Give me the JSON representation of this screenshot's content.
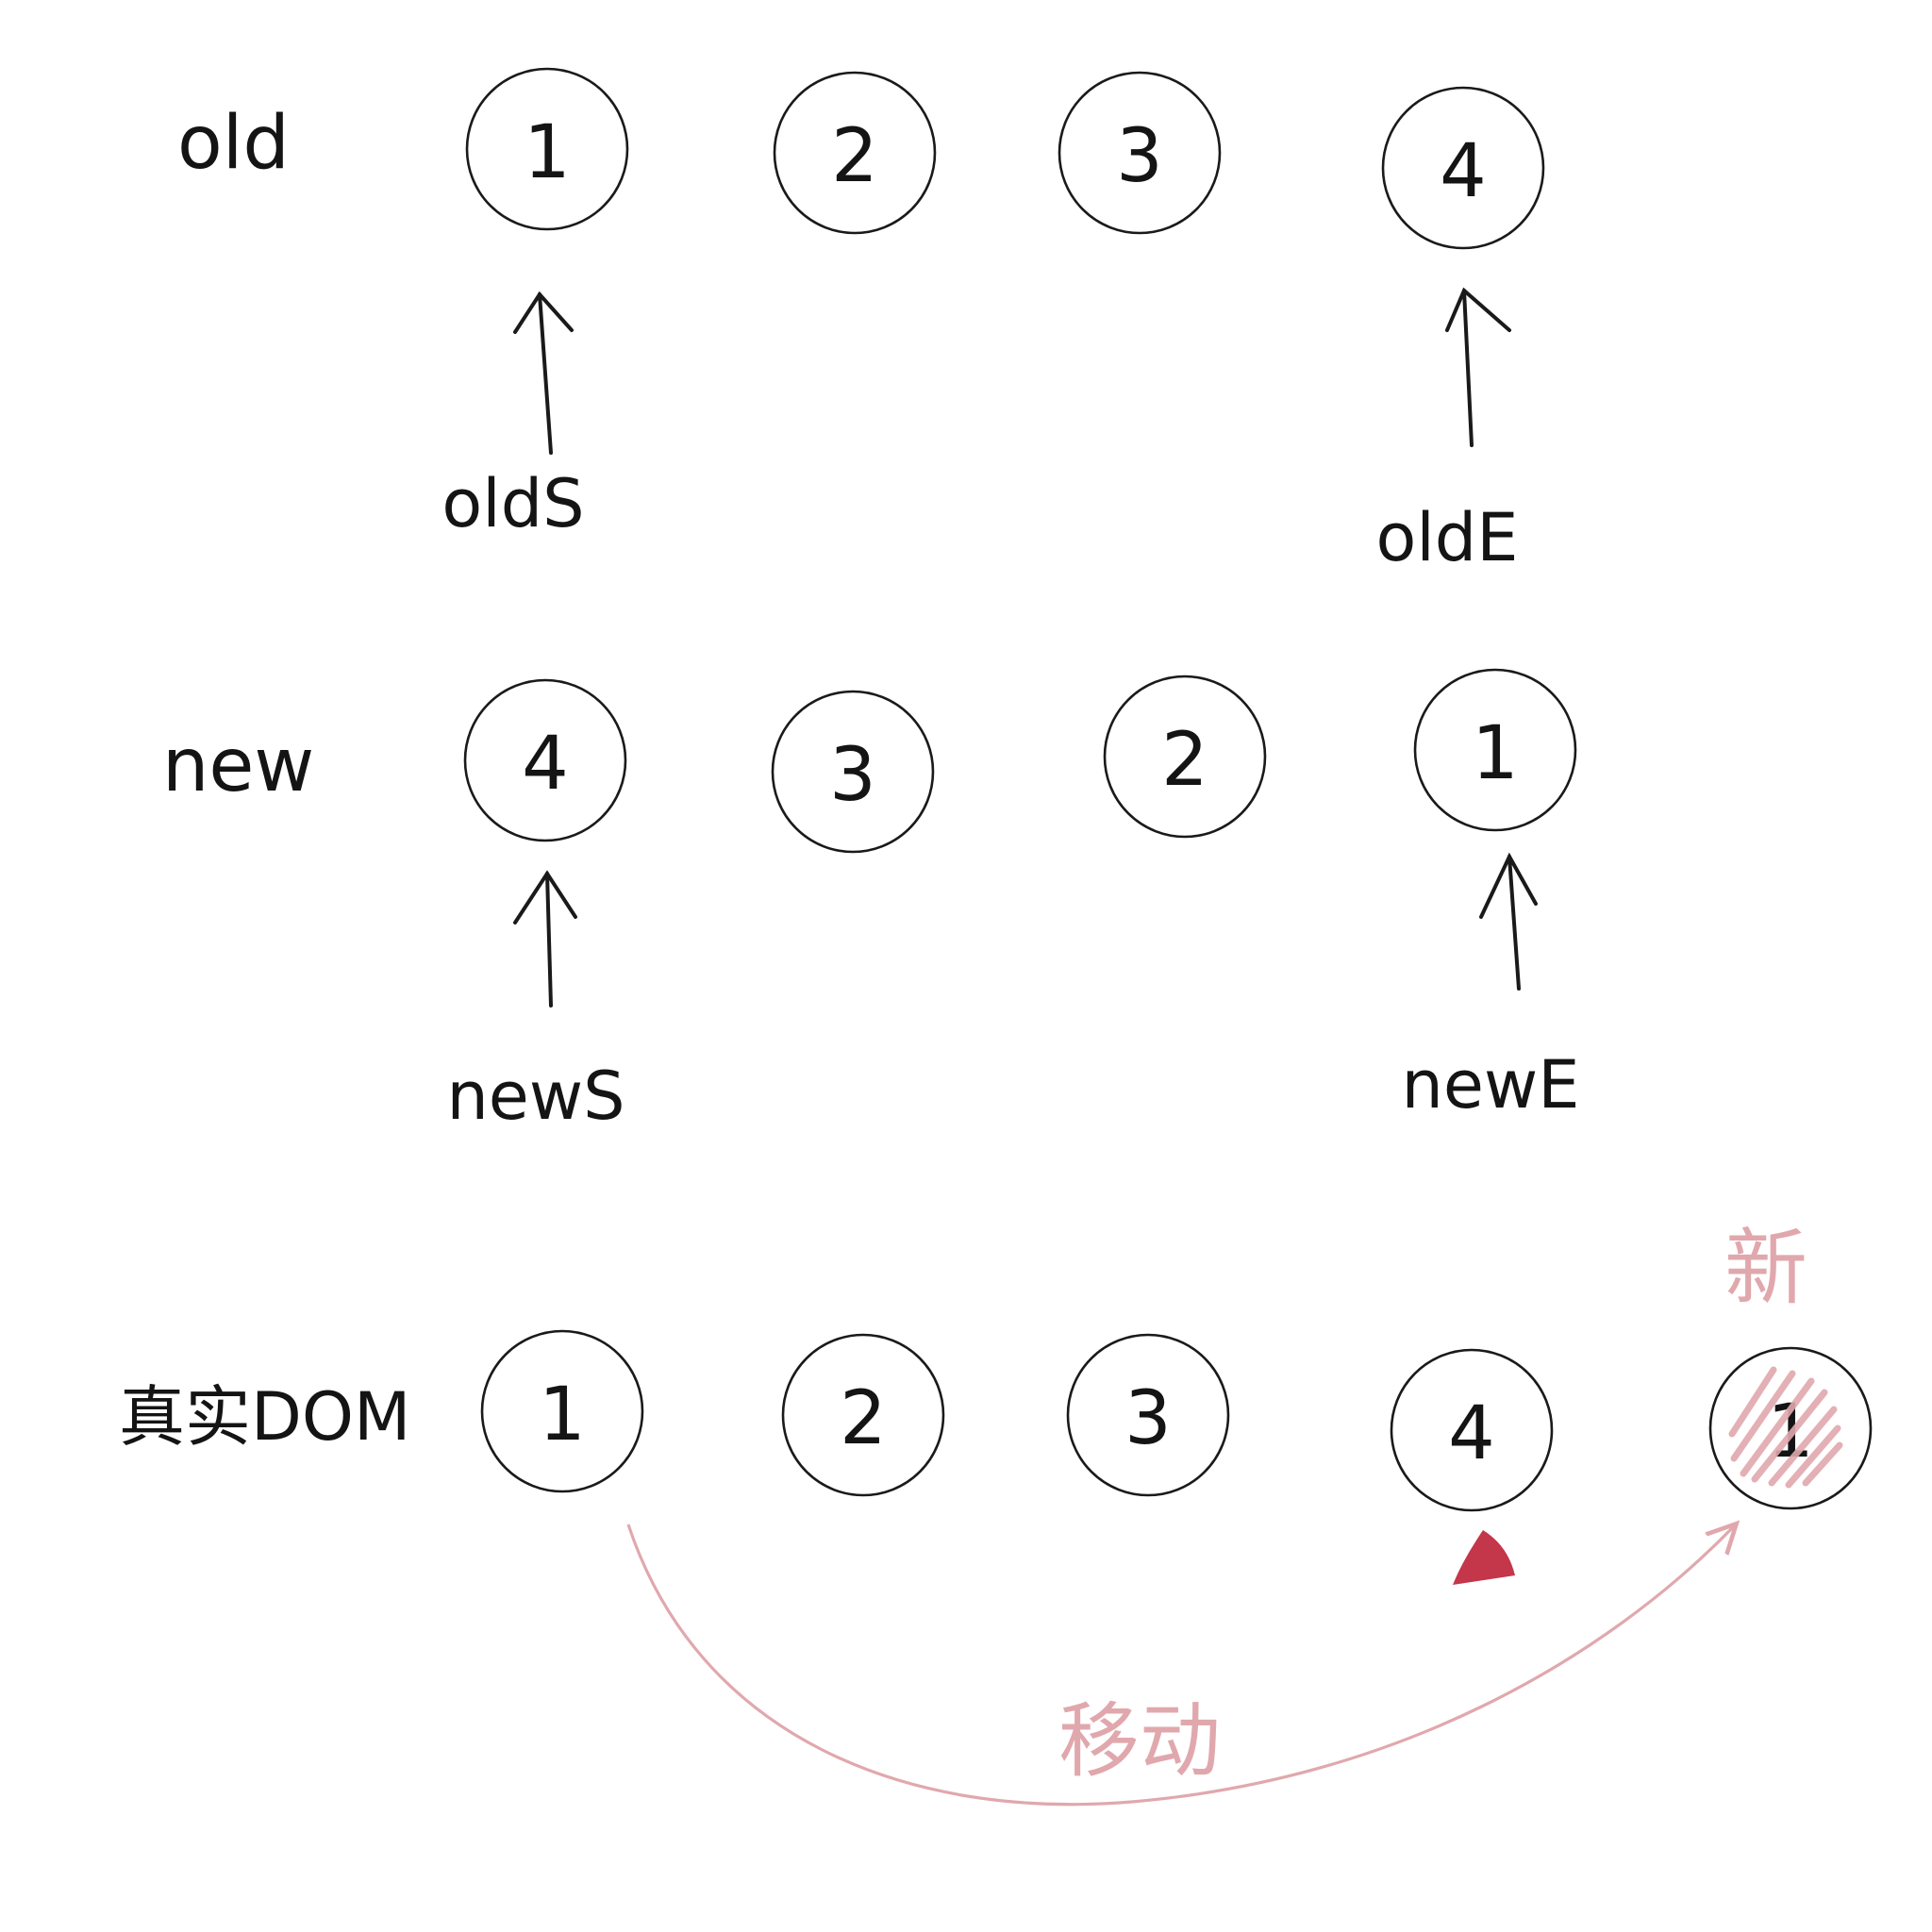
{
  "rows": {
    "old": {
      "label": "old",
      "nodes": [
        "1",
        "2",
        "3",
        "4"
      ]
    },
    "new": {
      "label": "new",
      "nodes": [
        "4",
        "3",
        "2",
        "1"
      ]
    },
    "dom": {
      "label": "真实DOM",
      "nodes": [
        "1",
        "2",
        "3",
        "4"
      ],
      "new_node": "1"
    }
  },
  "pointers": {
    "old_start": "oldS",
    "old_end": "oldE",
    "new_start": "newS",
    "new_end": "newE"
  },
  "annotations": {
    "move": "移动",
    "new_tag": "新"
  },
  "colors": {
    "ink": "#141414",
    "pink": "#e0a8ad",
    "marker": "#c4364a"
  }
}
